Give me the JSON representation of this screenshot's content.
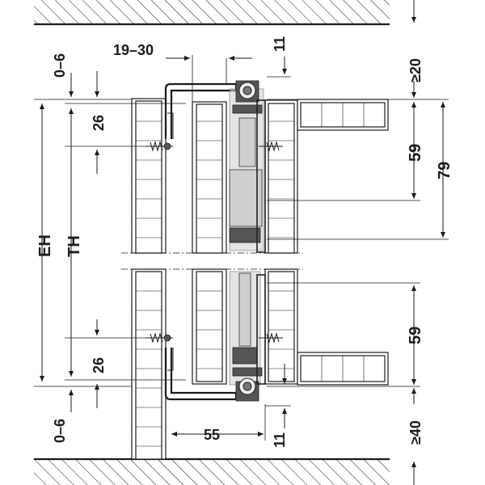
{
  "dimensions": {
    "top_adjust": "0–6",
    "top_offset": "19–30",
    "top_gap": "11",
    "top_clearance": "≥20",
    "top_screw": "26",
    "left_eh": "EH",
    "left_th": "TH",
    "right_upper": "59",
    "right_total": "79",
    "right_lower": "59",
    "bottom_screw": "26",
    "bottom_adjust": "0–6",
    "bottom_depth": "55",
    "bottom_gap": "11",
    "bottom_clearance": "≥40"
  },
  "colors": {
    "line": "#1a1a1a",
    "hardware": "#cfcfcf",
    "background": "#ffffff"
  }
}
